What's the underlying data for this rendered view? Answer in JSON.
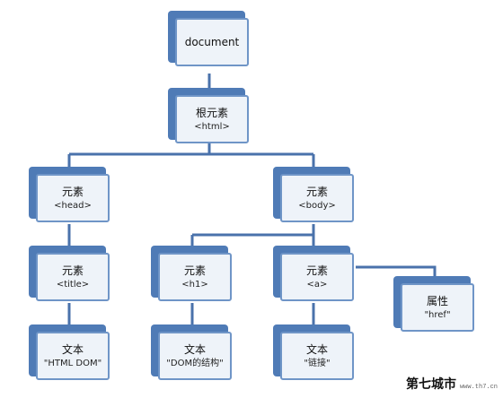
{
  "diagram": {
    "nodes": {
      "document": {
        "title": "document"
      },
      "html": {
        "title": "根元素",
        "subtitle": "<html>"
      },
      "head": {
        "title": "元素",
        "subtitle": "<head>"
      },
      "body": {
        "title": "元素",
        "subtitle": "<body>"
      },
      "title_el": {
        "title": "元素",
        "subtitle": "<title>"
      },
      "h1": {
        "title": "元素",
        "subtitle": "<h1>"
      },
      "a": {
        "title": "元素",
        "subtitle": "<a>"
      },
      "href_attr": {
        "title": "属性",
        "subtitle": "\"href\""
      },
      "text_html_dom": {
        "title": "文本",
        "subtitle": "\"HTML DOM\""
      },
      "text_dom_structure": {
        "title": "文本",
        "subtitle": "\"DOM的结构\""
      },
      "text_link": {
        "title": "文本",
        "subtitle": "\"链接\""
      }
    },
    "colors": {
      "node_back": "#4f7bb6",
      "node_front": "#eef3f9",
      "node_border": "#6f95c7",
      "connector": "#4a72ab"
    }
  },
  "watermark": {
    "main": "第七城市",
    "url": "www.th7.cn"
  }
}
